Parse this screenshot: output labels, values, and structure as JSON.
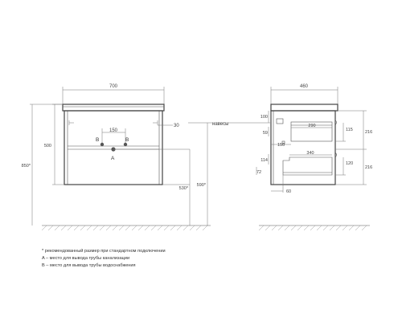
{
  "front": {
    "width": "700",
    "pipe_spacing": "150",
    "offset_30": "30",
    "height_500": "500",
    "height_850": "850*",
    "height_530": "530*",
    "height_590": "590*",
    "label_b_left": "B",
    "label_b_right": "B",
    "label_a": "A",
    "hinges": "навесы"
  },
  "side": {
    "depth": "460",
    "d100": "100",
    "d290": "290",
    "d115": "115",
    "d216_top": "216",
    "d59": "59",
    "d150": "150",
    "d340": "340",
    "d114": "114",
    "d120": "120",
    "d216_bottom": "216",
    "d72": "72",
    "d60": "60"
  },
  "notes": [
    "* рекомендованный размер при стандартном подключении",
    "A – место для вывода трубы канализации",
    "B – место для вывода трубы водоснабжения"
  ]
}
